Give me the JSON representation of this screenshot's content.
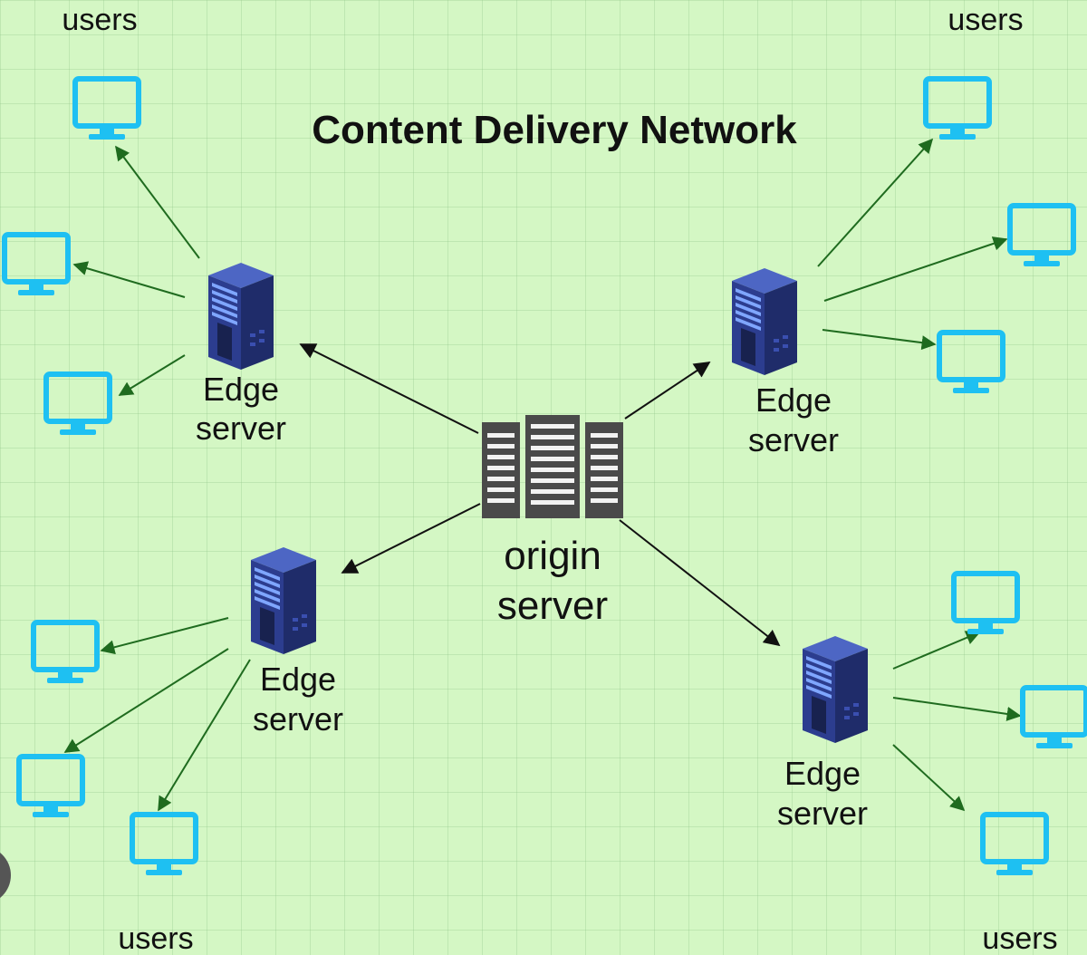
{
  "title": "Content Delivery Network",
  "labels": {
    "users": "users",
    "edge_line1": "Edge",
    "edge_line2": "server",
    "origin_line1": "origin",
    "origin_line2": "server"
  },
  "colors": {
    "background": "#d4f7c4",
    "monitor": "#1ec0f2",
    "edge_server": "#2e3f8f",
    "origin_server": "#4a4a4a",
    "arrow_to_edge": "#111111",
    "arrow_to_user": "#1f6b1f"
  },
  "icons": {
    "user": "monitor-icon",
    "edge": "server-rack-icon",
    "origin": "data-center-icon"
  }
}
